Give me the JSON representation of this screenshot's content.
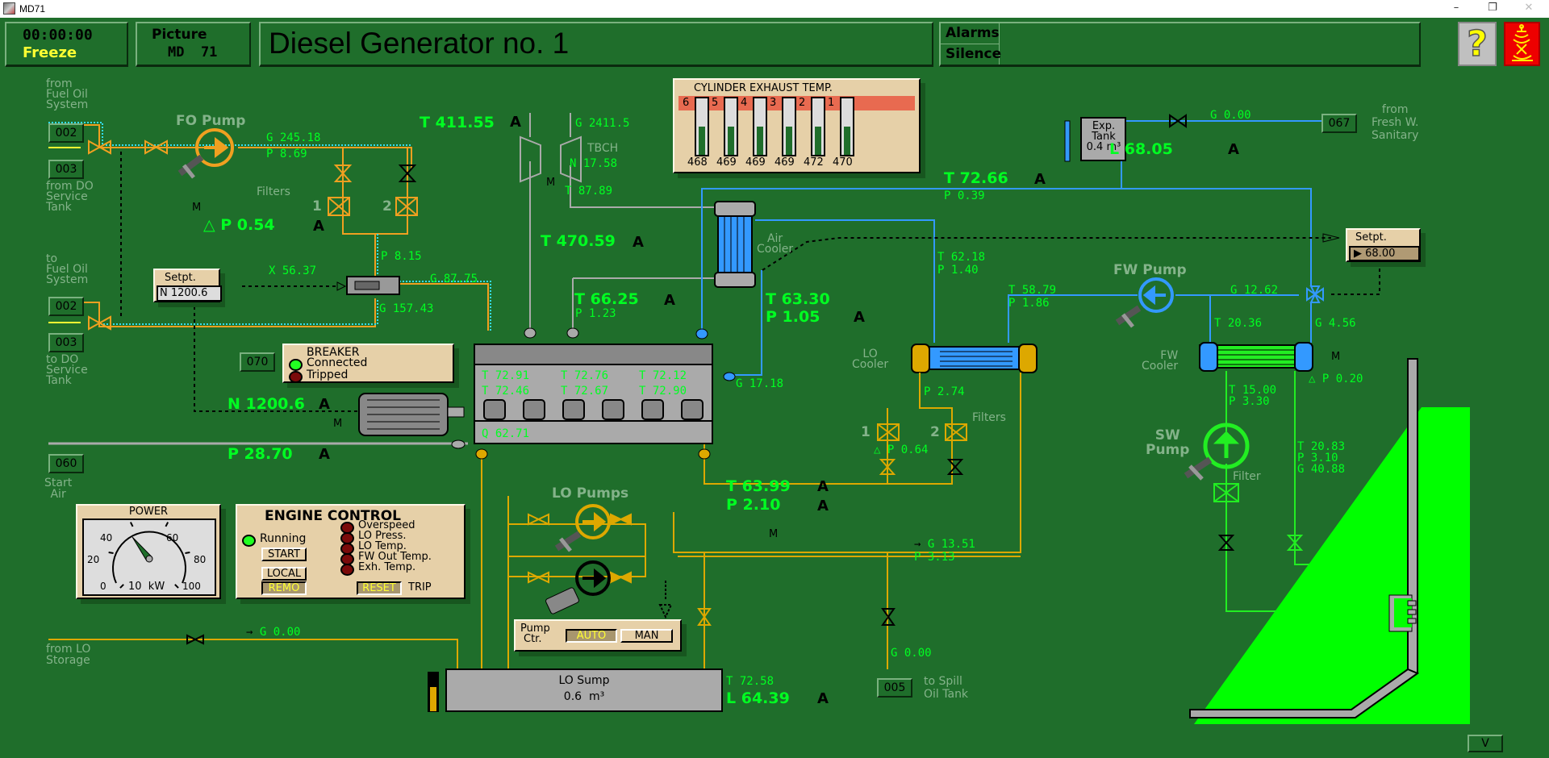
{
  "window": {
    "title": "MD71",
    "minimize": "–",
    "restore": "❐",
    "close": "✕"
  },
  "header": {
    "time": "00:00:00",
    "freeze_label": "Freeze",
    "picture_label": "Picture",
    "picture_id": "MD  71",
    "title": "Diesel Generator no. 1",
    "alarms_label": "Alarms",
    "silence_label": "Silence",
    "help_icon": "?",
    "logo_icon": "crest-logo"
  },
  "fuel_oil": {
    "from_fo_system": [
      "from",
      "Fuel Oil",
      "System"
    ],
    "from_do_tank": [
      "from DO",
      "Service",
      "Tank"
    ],
    "to_fo_system": [
      "to",
      "Fuel Oil",
      "System"
    ],
    "to_do_tank": [
      "to DO",
      "Service",
      "Tank"
    ],
    "tag_in_002": "002",
    "tag_in_003": "003",
    "tag_out_002": "002",
    "tag_out_003": "003",
    "pump_label": "FO Pump",
    "pump_flow": "G 245.18",
    "pump_pressure": "P 8.69",
    "filters_label": "Filters",
    "filter1": "1",
    "filter2": "2",
    "motor_label": "M",
    "filter_dp": "△ P  0.54",
    "filter_dp_alarm": "A",
    "after_filter_pressure": "P 8.15",
    "rack_position": "X 56.37",
    "injection_flow": "G 87.75",
    "return_flow": "G 157.43",
    "governor_setpoint_label": "Setpt.",
    "governor_setpoint_value": "N 1200.6"
  },
  "turbocharger": {
    "exhaust_temp": "T  411.55",
    "exhaust_temp_alarm": "A",
    "gas_flow": "G 2411.5",
    "label": "TBCH",
    "speed": "N 17.58",
    "motor_label": "M",
    "air_temp": "T 87.89",
    "exh_in_temp": "T  470.59",
    "exh_in_alarm": "A"
  },
  "cylinder_exhaust": {
    "title": "CYLINDER EXHAUST TEMP.",
    "cylinders": [
      {
        "no": "6",
        "value": "468",
        "fill": 0.5
      },
      {
        "no": "5",
        "value": "469",
        "fill": 0.5
      },
      {
        "no": "4",
        "value": "469",
        "fill": 0.5
      },
      {
        "no": "3",
        "value": "469",
        "fill": 0.5
      },
      {
        "no": "2",
        "value": "472",
        "fill": 0.5
      },
      {
        "no": "1",
        "value": "470",
        "fill": 0.5
      }
    ]
  },
  "air_cooler": {
    "label": [
      "Air",
      "Cooler"
    ],
    "charge_air_temp": "T  66.25",
    "charge_air_alarm": "A",
    "charge_air_pressure": "P 1.23",
    "fw_out_temp": "T 62.18",
    "fw_out_pressure": "P 1.40",
    "fw_in_temp": "T  63.30",
    "fw_in_pressure": "P  1.05",
    "fw_in_alarm": "A",
    "fw_return_flow": "G 17.18"
  },
  "fresh_water": {
    "jacket_temp": "T  72.66",
    "jacket_alarm": "A",
    "jacket_pressure": "P 0.39",
    "exp_tank_label": [
      "Exp.",
      "Tank",
      "0.4 m³"
    ],
    "exp_tank_level": "L  68.05",
    "exp_tank_alarm": "A",
    "exp_tank_level_fraction": 0.7,
    "makeup_flow": "G 0.00",
    "makeup_tag": "067",
    "makeup_source": [
      "from",
      "Fresh W.",
      "Sanitary"
    ],
    "setpoint_label": "Setpt.",
    "setpoint_value": "68.00",
    "pump_label": "FW Pump",
    "pump_in_temp": "T 58.79",
    "pump_in_pressure": "P 1.86",
    "pump_flow": "G 12.62",
    "cooler_out_temp": "T 20.36",
    "bypass_flow": "G 4.56",
    "cooler_label": [
      "FW",
      "Cooler"
    ],
    "cooler_motor": "M",
    "cooler_dp": "△ P 0.20"
  },
  "engine": {
    "cyl_temps": [
      "T 72.91",
      "T 72.76",
      "T 72.12",
      "T 72.46",
      "T 72.67",
      "T 72.90"
    ],
    "heat": "Q 62.71"
  },
  "generator": {
    "tag": "070",
    "breaker_title": "BREAKER",
    "breaker_connected": "Connected",
    "breaker_tripped": "Tripped",
    "speed": "N  1200.6",
    "speed_alarm": "A",
    "motor_label": "M",
    "start_air_pressure": "P  28.70",
    "start_air_alarm": "A",
    "start_air_tag": "060",
    "start_air_label": [
      "Start",
      "Air"
    ]
  },
  "power_gauge": {
    "title": "POWER",
    "ticks": [
      "0",
      "20",
      "40",
      "60",
      "80",
      "100"
    ],
    "unit": "10  kW",
    "value": 36
  },
  "engine_control": {
    "title": "ENGINE CONTROL",
    "running": "Running",
    "start": "START",
    "local": "LOCAL",
    "remote": "REMO",
    "alarms": [
      "Overspeed",
      "LO Press.",
      "LO Temp.",
      "FW Out Temp.",
      "Exh. Temp."
    ],
    "reset": "RESET",
    "trip": "TRIP"
  },
  "lube_oil": {
    "cooler_label": [
      "LO",
      "Cooler"
    ],
    "after_cooler_pressure": "P 2.74",
    "filters_label": "Filters",
    "filter1": "1",
    "filter2": "2",
    "filter_dp": "P 0.64",
    "inlet_temp": "T  63.99",
    "inlet_temp_alarm": "A",
    "inlet_pressure": "P  2.10",
    "inlet_pressure_alarm": "A",
    "motor_label": "M",
    "pumps_label": "LO Pumps",
    "pump_ctrl_label": [
      "Pump",
      "Ctr."
    ],
    "pump_auto": "AUTO",
    "pump_man": "MAN",
    "pump_flow": "G 13.51",
    "pump_pressure": "P 3.13",
    "spill_flow": "G 0.00",
    "spill_tag": "005",
    "spill_label": [
      "to Spill",
      "Oil Tank"
    ],
    "storage_flow": "G 0.00",
    "storage_label": [
      "from LO",
      "Storage"
    ],
    "sump_label": "LO Sump",
    "sump_volume": "0.6  m³",
    "sump_temp": "T 72.58",
    "sump_level": "L  64.39",
    "sump_alarm": "A",
    "sump_level_fraction": 0.55
  },
  "sea_water": {
    "pump_label": [
      "SW",
      "Pump"
    ],
    "cooler_in_temp": "T 15.00",
    "cooler_in_pressure": "P 3.30",
    "filter_label": "Filter",
    "overboard_temp": "T 20.83",
    "overboard_pressure": "P 3.10",
    "overboard_flow": "G 40.88"
  },
  "footer": {
    "v_button": "V"
  }
}
